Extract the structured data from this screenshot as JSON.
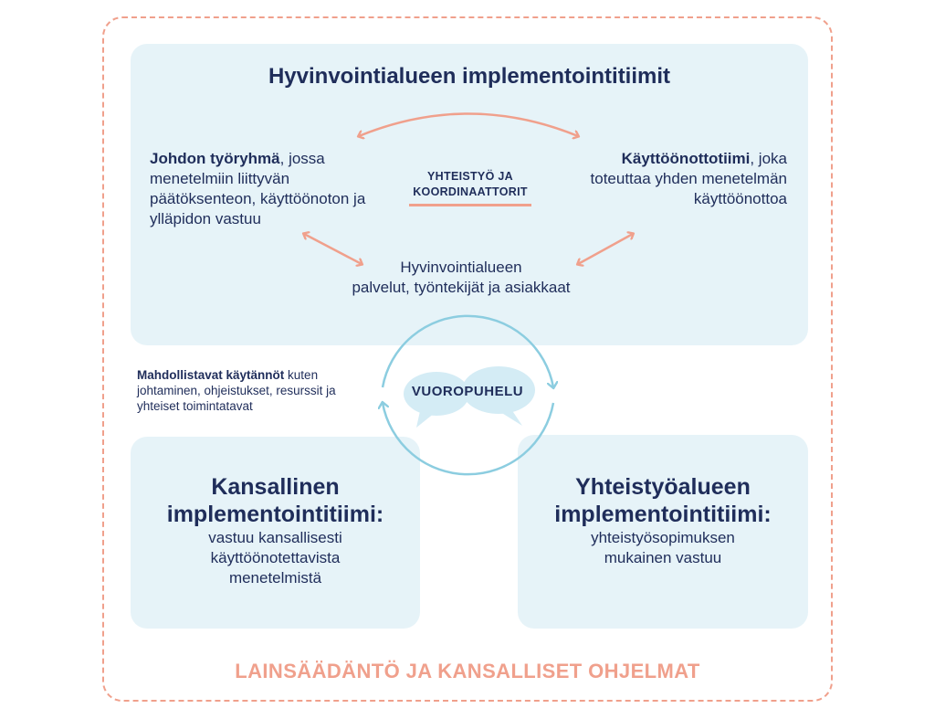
{
  "outer_label": "LAINSÄÄDÄNTÖ JA KANSALLISET OHJELMAT",
  "top_panel": {
    "title": "Hyvinvointialueen implementointitiimit",
    "lead_group": {
      "bold": "Johdon työryhmä",
      "text": ", jossa menetelmiin liittyvän päätöksenteon, käyttöönoton ja ylläpidon vastuu"
    },
    "implementation_team": {
      "bold": "Käyttöönottotiimi",
      "text": ", joka toteuttaa yhden menetelmän käyttöönottoa"
    },
    "coop_label_line1": "YHTEISTYÖ JA",
    "coop_label_line2": "KOORDINAATTORIT",
    "services_line1": "Hyvinvointialueen",
    "services_line2": "palvelut, työntekijät ja asiakkaat"
  },
  "practices": {
    "bold": "Mahdollistavat käytännöt",
    "text": " kuten johtaminen, ohjeistukset, resurssit ja yhteiset toimintatavat"
  },
  "dialogue_label": "VUOROPUHELU",
  "national_box": {
    "title_line1": "Kansallinen",
    "title_line2": "implementointitiimi:",
    "text_line1": "vastuu kansallisesti",
    "text_line2": "käyttöönotettavista",
    "text_line3": "menetelmistä"
  },
  "regional_box": {
    "title_line1": "Yhteistyöalueen",
    "title_line2": "implementointitiimi:",
    "text_line1": "yhteistyösopimuksen",
    "text_line2": "mukainen vastuu"
  },
  "colors": {
    "accent": "#f0a08c",
    "panel": "#e6f3f8",
    "text": "#1f2d5a",
    "cycle": "#8ccde0",
    "bubble": "#d4ecf5"
  }
}
